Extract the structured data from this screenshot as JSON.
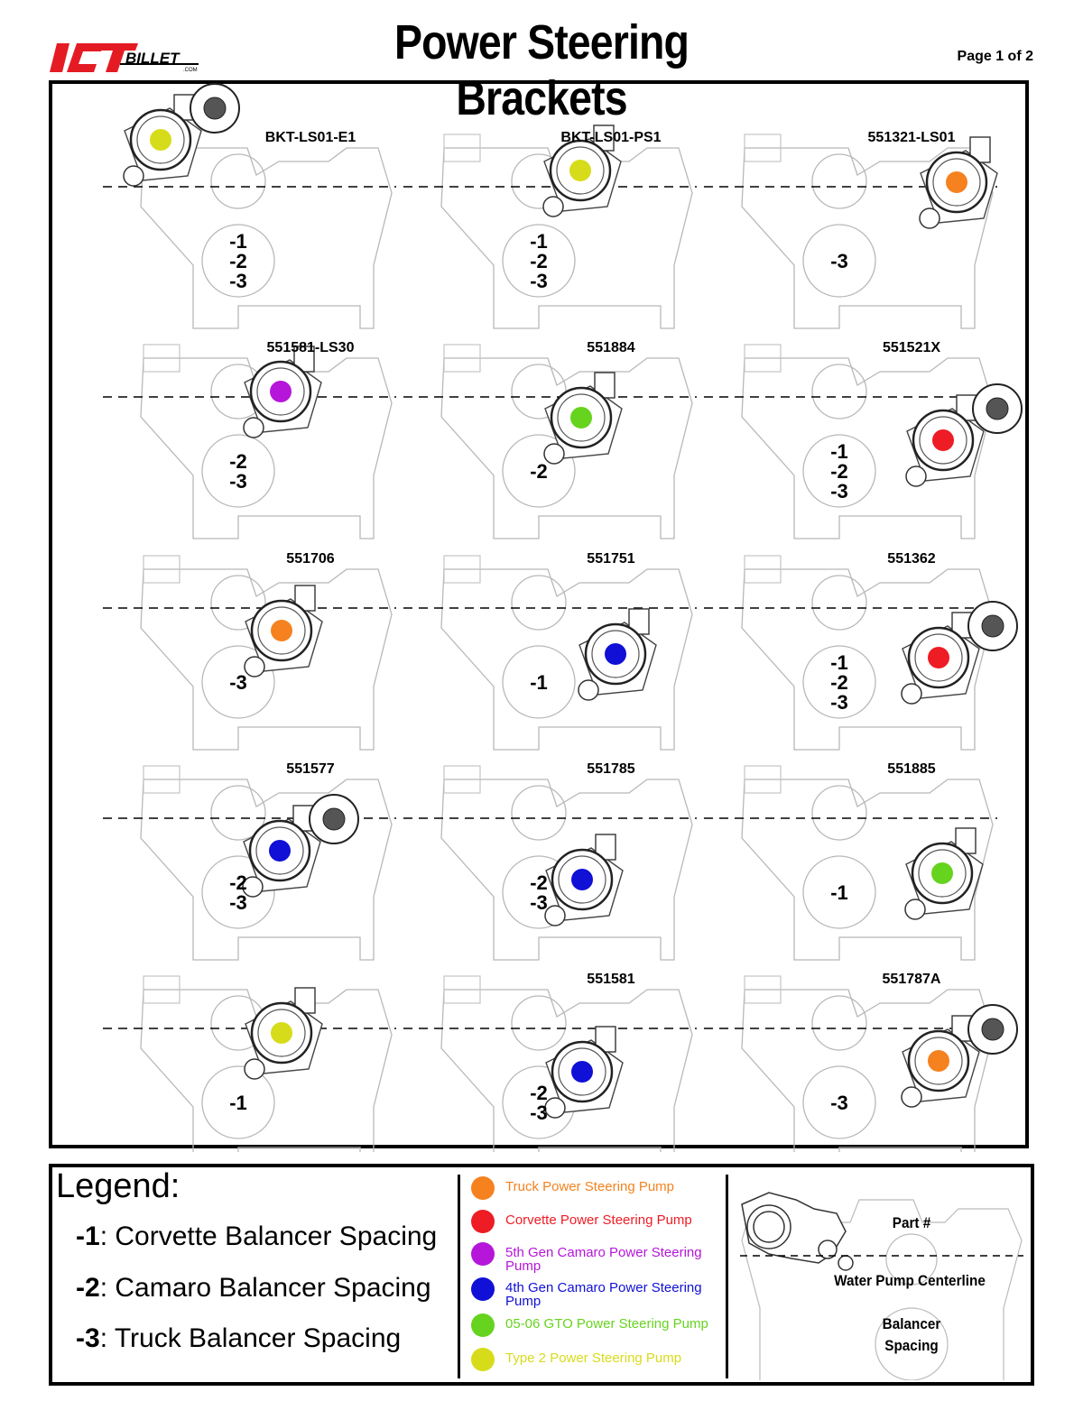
{
  "header": {
    "logo_text": "ICT BILLET",
    "title": "Power Steering Brackets",
    "page": "Page 1 of 2"
  },
  "pump_colors": {
    "truck": "#F5821F",
    "corvette": "#EE1C24",
    "camaro5": "#B516D9",
    "camaro4": "#1010D6",
    "gto": "#66D31E",
    "type2": "#D7DC1A"
  },
  "brackets": [
    {
      "part": "BKT-LS01-E1",
      "spacing": [
        "-1",
        "-2",
        "-3"
      ],
      "pump": "type2",
      "alternator": true
    },
    {
      "part": "BKT-LS01-PS1",
      "spacing": [
        "-1",
        "-2",
        "-3"
      ],
      "pump": "type2",
      "alternator": false
    },
    {
      "part": "551321-LS01",
      "spacing": [
        "-3"
      ],
      "pump": "truck",
      "alternator": false
    },
    {
      "part": "551581-LS30",
      "spacing": [
        "-2",
        "-3"
      ],
      "pump": "camaro5",
      "alternator": false
    },
    {
      "part": "551884",
      "spacing": [
        "-2"
      ],
      "pump": "gto",
      "alternator": false
    },
    {
      "part": "551521X",
      "spacing": [
        "-1",
        "-2",
        "-3"
      ],
      "pump": "corvette",
      "alternator": true
    },
    {
      "part": "551706",
      "spacing": [
        "-3"
      ],
      "pump": "truck",
      "alternator": false
    },
    {
      "part": "551751",
      "spacing": [
        "-1"
      ],
      "pump": "camaro4",
      "alternator": false
    },
    {
      "part": "551362",
      "spacing": [
        "-1",
        "-2",
        "-3"
      ],
      "pump": "corvette",
      "alternator": true
    },
    {
      "part": "551577",
      "spacing": [
        "-2",
        "-3"
      ],
      "pump": "camaro4",
      "alternator": true
    },
    {
      "part": "551785",
      "spacing": [
        "-2",
        "-3"
      ],
      "pump": "camaro4",
      "alternator": false
    },
    {
      "part": "551885",
      "spacing": [
        "-1"
      ],
      "pump": "gto",
      "alternator": false
    },
    {
      "part": "",
      "spacing": [
        "-1"
      ],
      "pump": "type2",
      "alternator": false
    },
    {
      "part": "551581",
      "spacing": [
        "-2",
        "-3"
      ],
      "pump": "camaro4",
      "alternator": false
    },
    {
      "part": "551787A",
      "spacing": [
        "-3"
      ],
      "pump": "truck",
      "alternator": true
    }
  ],
  "legend": {
    "title": "Legend:",
    "spacings": [
      {
        "code": "-1",
        "text": ": Corvette Balancer Spacing"
      },
      {
        "code": "-2",
        "text": ": Camaro Balancer Spacing"
      },
      {
        "code": "-3",
        "text": ": Truck Balancer Spacing"
      }
    ],
    "pumps": [
      {
        "label": "Truck Power Steering Pump",
        "color": "#F5821F"
      },
      {
        "label": "Corvette Power Steering Pump",
        "color": "#EE1C24"
      },
      {
        "label": "5th Gen Camaro Power Steering Pump",
        "color": "#B516D9"
      },
      {
        "label": "4th Gen Camaro Power Steering Pump",
        "color": "#1010D6"
      },
      {
        "label": "05-06 GTO Power Steering Pump",
        "color": "#66D31E"
      },
      {
        "label": "Type 2 Power Steering Pump",
        "color": "#D7DC1A"
      }
    ],
    "example": {
      "part_label": "Part #",
      "centerline_label": "Water Pump Centerline",
      "balancer_label": "Balancer Spacing"
    }
  }
}
